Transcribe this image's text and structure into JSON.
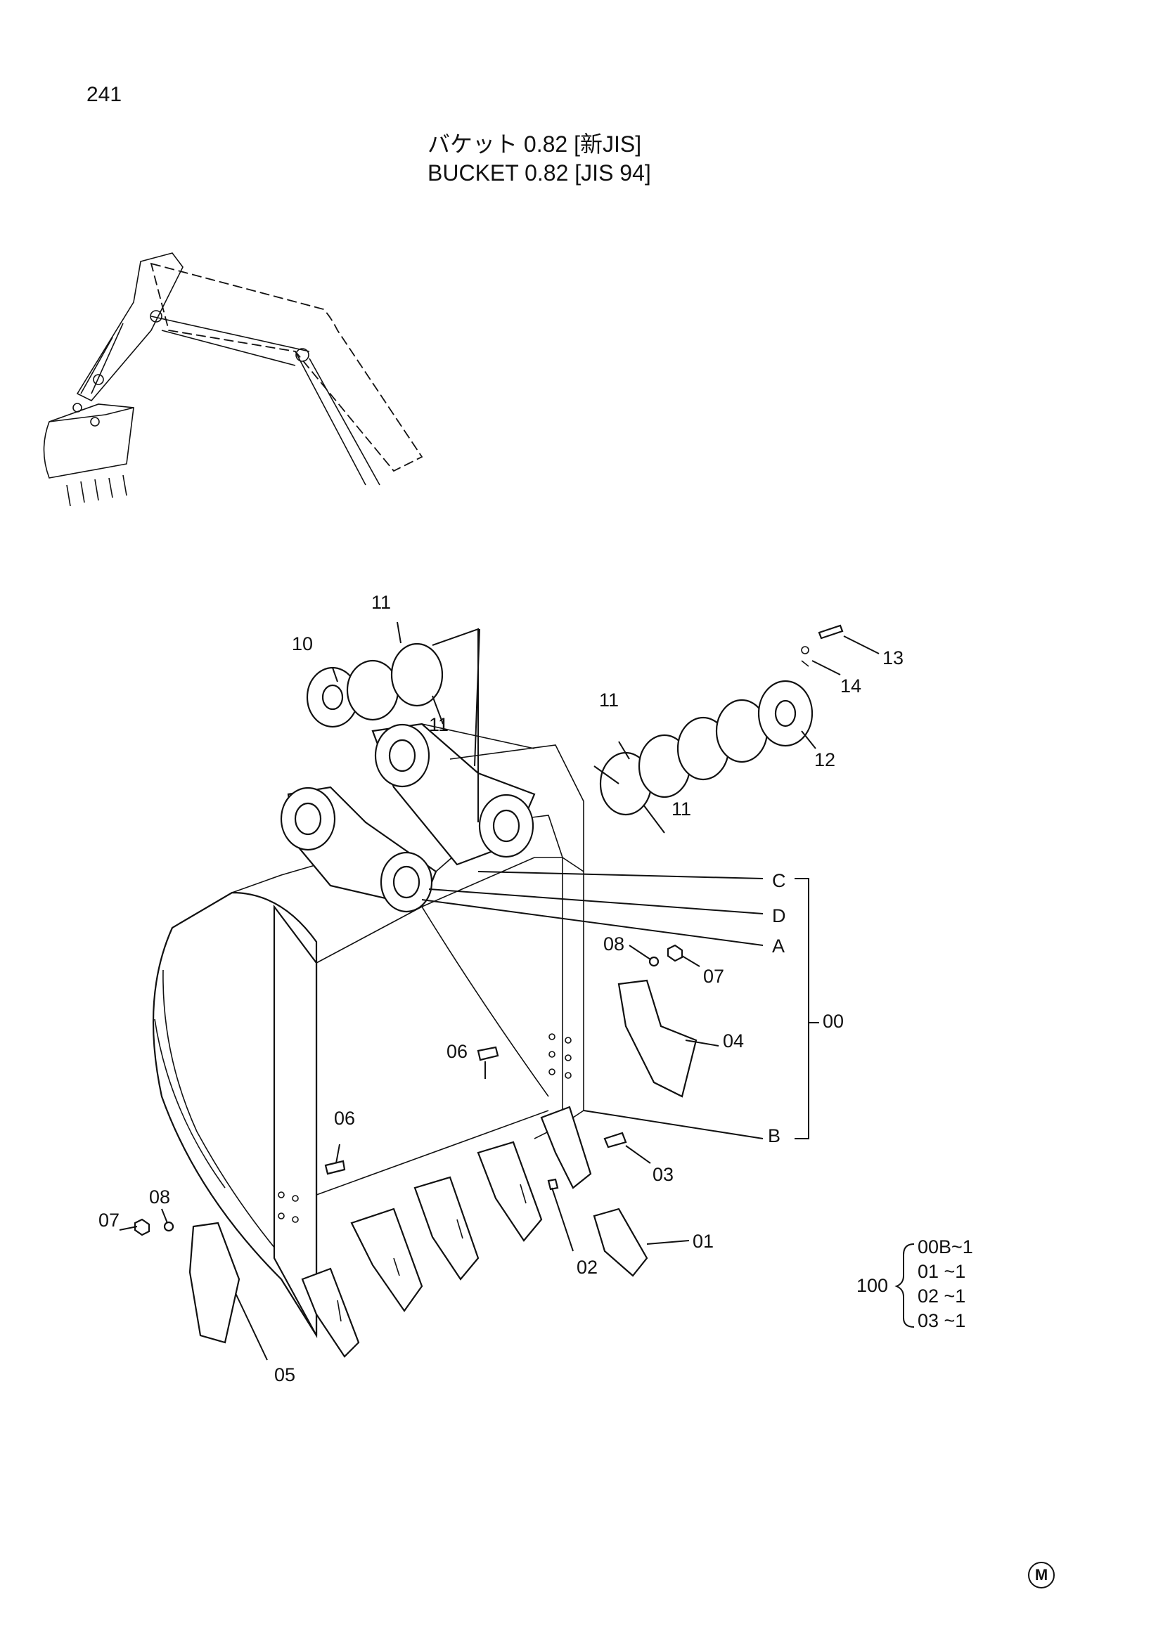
{
  "page": {
    "number": "241"
  },
  "title": {
    "japanese": "バケット 0.82 [新JIS]",
    "english": "BUCKET 0.82 [JIS 94]"
  },
  "parts": {
    "p10": "10",
    "p11a": "11",
    "p11b": "11",
    "p11c": "11",
    "p11d": "11",
    "p12": "12",
    "p13": "13",
    "p14": "14",
    "pC": "C",
    "pD": "D",
    "pA": "A",
    "pB": "B",
    "p00": "00",
    "p08a": "08",
    "p07a": "07",
    "p04": "04",
    "p06a": "06",
    "p06b": "06",
    "p03": "03",
    "p02": "02",
    "p01": "01",
    "p07b": "07",
    "p08b": "08",
    "p05": "05"
  },
  "kit": {
    "number": "100",
    "items": [
      "00B~1",
      "01  ~1",
      "02  ~1",
      "03  ~1"
    ]
  },
  "mark": "M"
}
